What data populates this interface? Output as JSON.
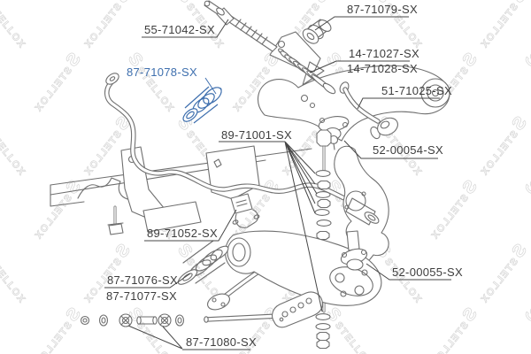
{
  "brand_watermark": {
    "logo_char": "S",
    "text": "STELLOX"
  },
  "colors": {
    "highlight": "#3e6fae",
    "line_art": "#6f6f6f",
    "label_text": "#3d3d3d",
    "watermark": "#d9d9d9",
    "background": "#ffffff"
  },
  "parts": [
    {
      "label": "55-71042-SX",
      "highlighted": false
    },
    {
      "label": "87-71079-SX",
      "highlighted": false
    },
    {
      "label": "14-71027-SX",
      "highlighted": false
    },
    {
      "label": "14-71028-SX",
      "highlighted": false
    },
    {
      "label": "51-71025-SX",
      "highlighted": false
    },
    {
      "label": "87-71078-SX",
      "highlighted": true
    },
    {
      "label": "89-71001-SX",
      "highlighted": false
    },
    {
      "label": "52-00054-SX",
      "highlighted": false
    },
    {
      "label": "89-71052-SX",
      "highlighted": false
    },
    {
      "label": "87-71076-SX",
      "highlighted": false
    },
    {
      "label": "87-71077-SX",
      "highlighted": false
    },
    {
      "label": "52-00055-SX",
      "highlighted": false
    },
    {
      "label": "87-71080-SX",
      "highlighted": false
    }
  ]
}
